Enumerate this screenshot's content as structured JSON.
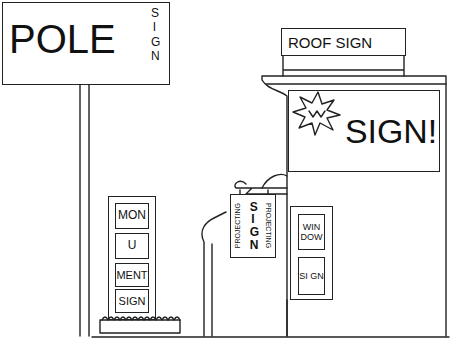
{
  "diagram": {
    "nodes": [
      {
        "text": [
          "POLE",
          "SIGN"
        ]
      },
      {
        "text": [
          "ROOF SIGN"
        ]
      },
      {
        "text": [
          "SIGN!"
        ]
      },
      {
        "text": [
          "MON",
          "U",
          "MENT",
          "SIGN"
        ]
      },
      {
        "text": [
          "PROJECTING",
          "SIGN",
          "PROJECTING"
        ]
      },
      {
        "text": [
          "WIN DOW",
          "SI GN"
        ]
      }
    ]
  }
}
